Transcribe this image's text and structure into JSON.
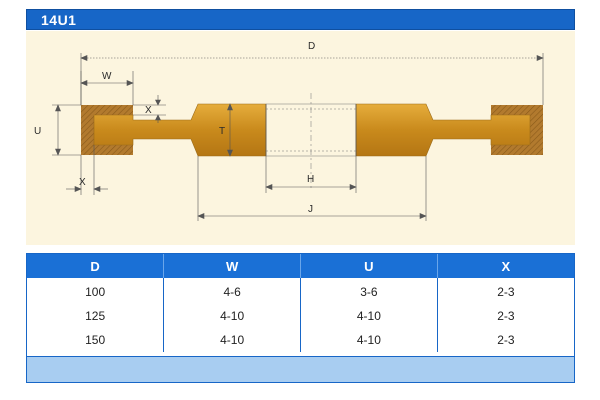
{
  "title": "14U1",
  "colors": {
    "title_bar": "#1766c7",
    "drawing_background": "#fcf5df",
    "wheel_fill": "#c8891e",
    "table_header": "#1a70d6",
    "table_footer": "#a8cdf1"
  },
  "diagram": {
    "labels": {
      "D": "D",
      "W": "W",
      "X": "X",
      "U": "U",
      "T": "T",
      "H": "H",
      "J": "J"
    }
  },
  "table": {
    "headers": [
      "D",
      "W",
      "U",
      "X"
    ],
    "rows": [
      [
        "100",
        "4-6",
        "3-6",
        "2-3"
      ],
      [
        "125",
        "4-10",
        "4-10",
        "2-3"
      ],
      [
        "150",
        "4-10",
        "4-10",
        "2-3"
      ]
    ]
  }
}
